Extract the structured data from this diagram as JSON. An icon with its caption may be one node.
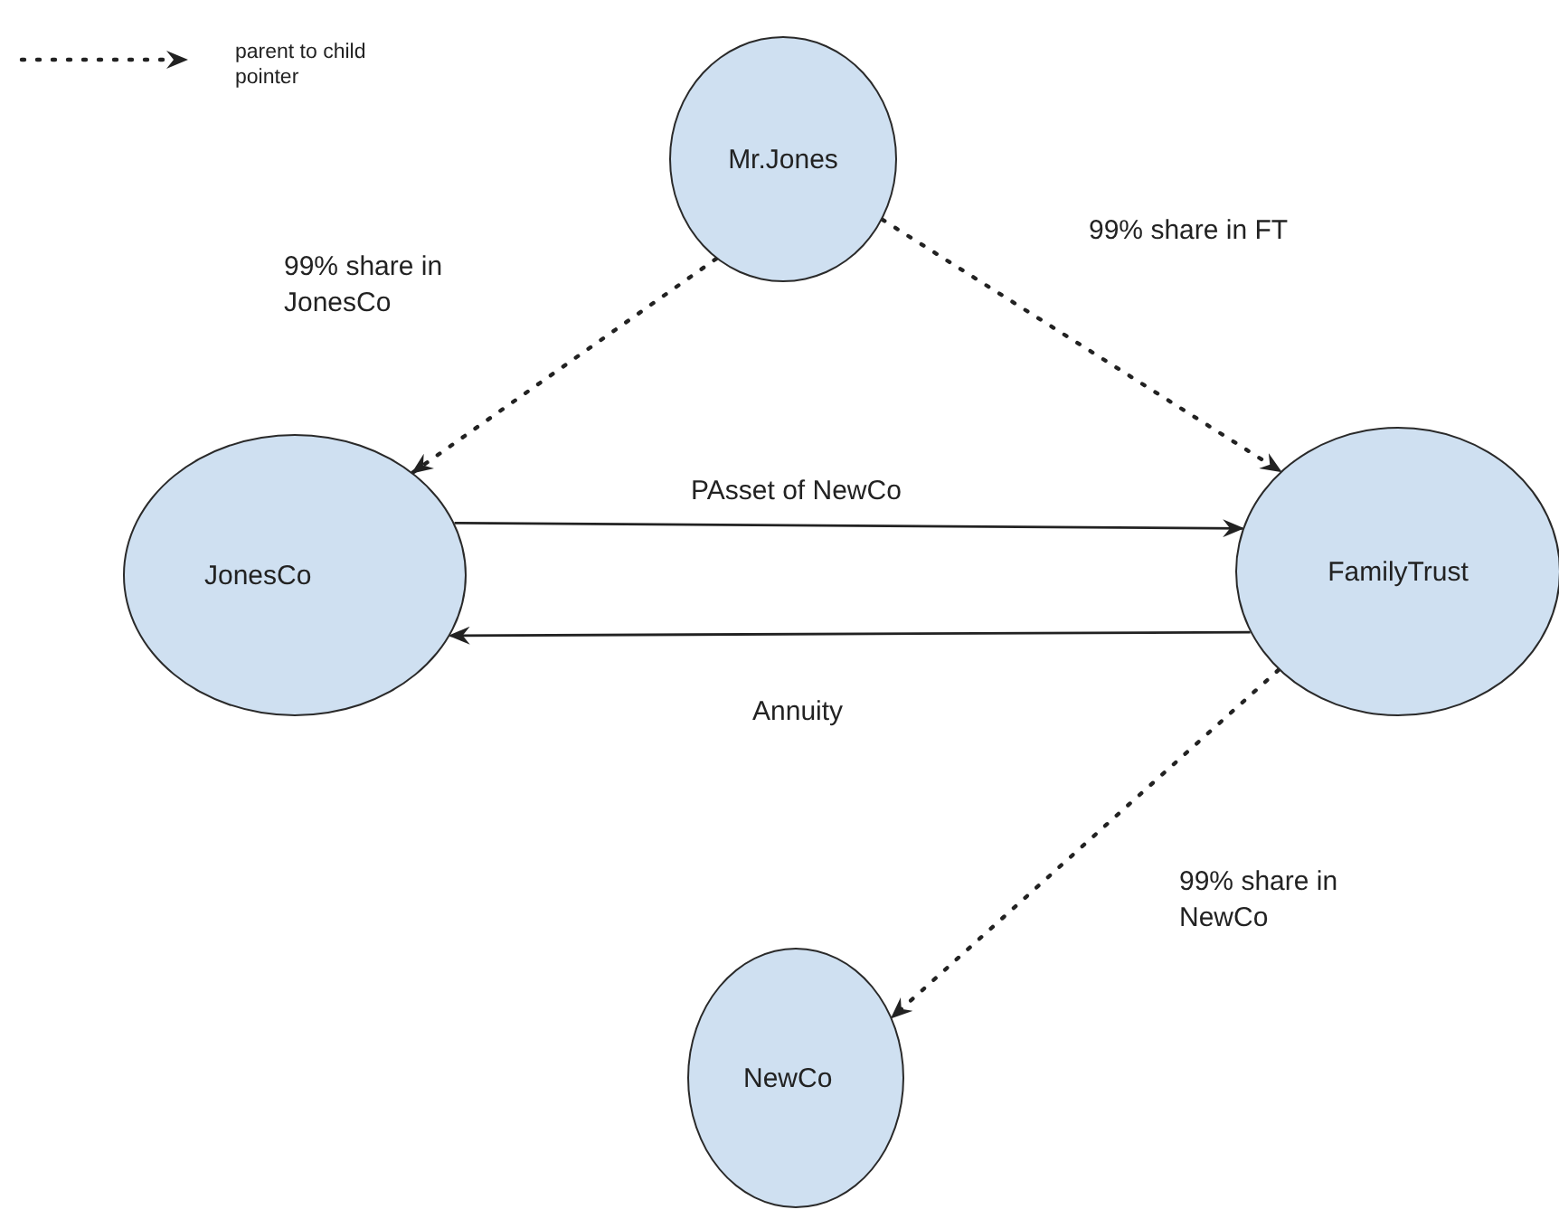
{
  "diagram": {
    "nodes": [
      {
        "text": [
          "Mr.Jones"
        ]
      },
      {
        "text": [
          "JonesCo"
        ]
      },
      {
        "text": [
          "FamilyTrust"
        ]
      },
      {
        "text": [
          "NewCo"
        ]
      }
    ],
    "edges": [
      {
        "from": 0,
        "to": 1,
        "arrow": "to",
        "style": "dashed",
        "label": "99% share in JonesCo"
      },
      {
        "from": 0,
        "to": 2,
        "arrow": "to",
        "style": "dashed",
        "label": "99% share in FT"
      },
      {
        "from": 1,
        "to": 2,
        "arrow": "to",
        "label": "PAsset of NewCo"
      },
      {
        "from": 2,
        "to": 1,
        "arrow": "to",
        "label": "Annuity"
      },
      {
        "from": 2,
        "to": 3,
        "arrow": "to",
        "style": "dashed",
        "label": "99% share in NewCo"
      }
    ],
    "legend": [
      {
        "text": "parent to child pointer"
      }
    ]
  }
}
